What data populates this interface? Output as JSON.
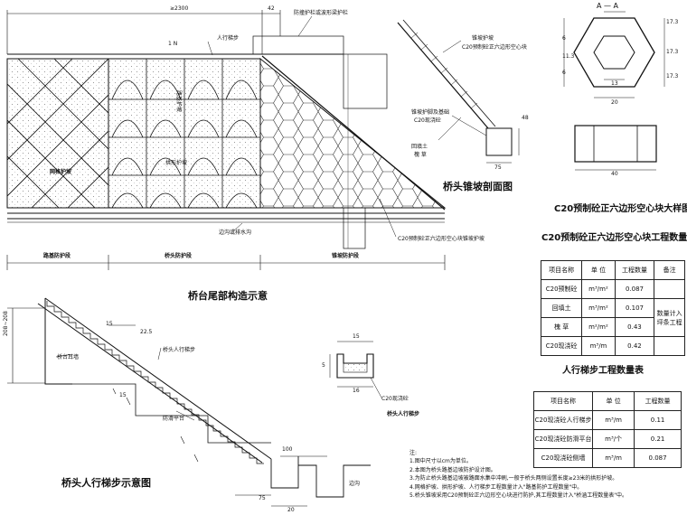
{
  "top": {
    "dim_width": "≥2300",
    "dim_42": "42",
    "slope_ratio": "1 N",
    "label_connect": "防撞护栏或波形梁护栏",
    "label_step": "人行梯步",
    "label_arch": "拱形护坡",
    "label_road_slope": "路基护坡",
    "label_side_ditch": "边沟或排水沟",
    "label_hex": "C20预制砼正六边形空心块锥坡护坡",
    "label_diamond": "网格护坡",
    "seg_left": "路基防护段",
    "seg_mid": "桥头防护段",
    "seg_right": "锥坡防护段",
    "caption": "桥台尾部构造示意"
  },
  "cone": {
    "l1": "锥坡护坡",
    "l2": "C20预制砼正六边形空心块",
    "l3": "锥坡护脚及基础",
    "l4": "C20现浇砼",
    "l5": "回填土",
    "l6": "槐 草",
    "dim_48": "48",
    "dim_75": "75",
    "caption": "桥头锥坡剖面图"
  },
  "hex": {
    "section": "A — A",
    "dims": [
      "17.3",
      "17.3",
      "17.3",
      "11.3",
      "6",
      "6"
    ],
    "dim_13": "13",
    "dim_20": "20",
    "dim_40": "40",
    "caption": "C20预制砼正六边形空心块大样图"
  },
  "table1": {
    "title": "C20预制砼正六边形空心块工程数量表",
    "headers": [
      "项目名称",
      "单 位",
      "工程数量",
      "备注"
    ],
    "rows": [
      [
        "C20预制砼",
        "m³/m²",
        "0.087"
      ],
      [
        "回填土",
        "m³/m²",
        "0.107"
      ],
      [
        "槐 草",
        "m²/m²",
        "0.43"
      ],
      [
        "C20现浇砼",
        "m³/m",
        "0.42"
      ]
    ],
    "remark": "数量计入坪条工程"
  },
  "table2": {
    "title": "人行梯步工程数量表",
    "headers": [
      "项目名称",
      "单 位",
      "工程数量"
    ],
    "rows": [
      [
        "C20现浇砼人行梯步",
        "m³/m",
        "0.11"
      ],
      [
        "C20现浇砼防滑平台",
        "m³/个",
        "0.21"
      ],
      [
        "C20现浇砼侧墙",
        "m³/m",
        "0.087"
      ]
    ]
  },
  "stair": {
    "dim_left": "208~208",
    "wall": "桥台耳墙",
    "d1": "22.5",
    "d2": "15",
    "d3": "15",
    "step_label": "桥头人行梯步",
    "platform": "防滑平台",
    "dim_100": "100",
    "dim_75": "75",
    "dim_20": "20",
    "ditch": "边沟",
    "caption": "桥头人行梯步示意图"
  },
  "detail": {
    "dim_16": "16",
    "dim_15": "15",
    "dim_5": "5",
    "l1": "C20现浇砼",
    "l2": "桥头人行梯步"
  },
  "notes": {
    "heading": "注:",
    "lines": [
      "1.图中尺寸以cm为单位。",
      "2.本图为桥头路基边坡防护设计图。",
      "3.为防止桥头路基边坡被路面水集中冲刷,一般于桥头两侧设置长度≥23米的拱形护坡。",
      "4.网格护坡、拱形护坡、人行梯步工程数量计入\"路基防护工程数量\"中。",
      "5.桥头锥坡采用C20预制砼正六边形空心块进行防护,其工程数量计入\"桥涵工程数量表\"中。"
    ]
  }
}
